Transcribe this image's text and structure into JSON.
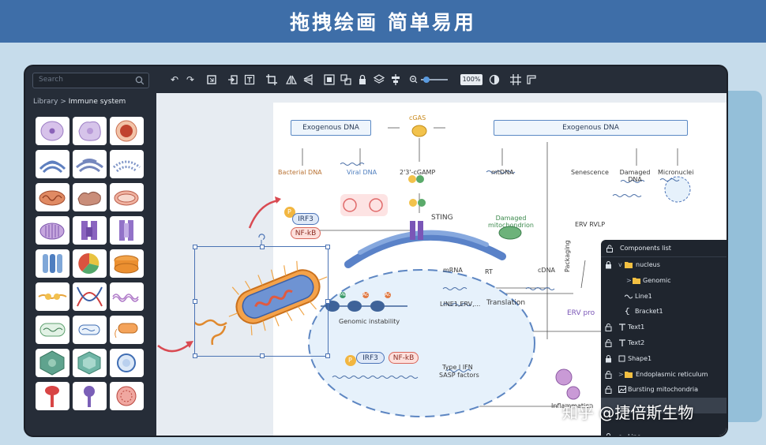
{
  "banner": {
    "title": "拖拽绘画 简单易用"
  },
  "sidebar": {
    "search_placeholder": "Search",
    "breadcrumb": {
      "root": "Library",
      "sep": " > ",
      "current": "Immune system"
    }
  },
  "toolbar": {
    "zoom_value": "100%"
  },
  "diagram": {
    "exogenous_dna_left": "Exogenous DNA",
    "exogenous_dna_right": "Exogenous DNA",
    "cgas": "cGAS",
    "bacterial_dna": "Bacterial DNA",
    "viral_dna": "Viral DNA",
    "cgamp": "2'3'-cGAMP",
    "mtdna": "mtDNA",
    "senescence": "Senescence",
    "damaged_dna": "Damaged DNA",
    "micronuclei": "Micronuclei",
    "sting": "STING",
    "irf3_top": "IRF3",
    "nfkb_top": "NF-kB",
    "damaged_mito": "Damaged mitochondrion",
    "erv_rvlp": "ERV RVLP",
    "packaging": "Packaging",
    "mrna": "mRNA",
    "rt": "RT",
    "cdna": "cDNA",
    "line1": "LINE1,ERV,...",
    "translation": "Translation",
    "erv_pro": "ERV pro",
    "genomic_instability": "Genomic instability",
    "irf3_bottom": "IRF3",
    "nfkb_bottom": "NF-kB",
    "type_ifn": "Type I IFN",
    "sasp": "SASP factors",
    "inflammation": "Inflammation",
    "ac1": "Ac",
    "ac2": "Ac",
    "me": "Me",
    "p1": "P",
    "p2": "P"
  },
  "components": {
    "title": "Components list",
    "items": [
      {
        "label": "nucleus",
        "icon": "folder-icon",
        "chev": "v"
      },
      {
        "label": "Genomic",
        "icon": "folder-icon",
        "chev": ">"
      },
      {
        "label": "Line1",
        "icon": "line-icon",
        "chev": ""
      },
      {
        "label": "Bracket1",
        "icon": "bracket-icon",
        "chev": ""
      },
      {
        "label": "Text1",
        "icon": "text-icon",
        "chev": ""
      },
      {
        "label": "Text2",
        "icon": "text-icon",
        "chev": ""
      },
      {
        "label": "Shape1",
        "icon": "shape-icon",
        "chev": ""
      },
      {
        "label": "Endoplasmic reticulum",
        "icon": "folder-icon",
        "chev": ">"
      },
      {
        "label": "Bursting mitochondria",
        "icon": "image-icon",
        "chev": ""
      },
      {
        "label": "Line",
        "icon": "line-icon",
        "chev": ""
      }
    ]
  },
  "watermark": "知乎 @捷倍斯生物",
  "colors": {
    "banner": "#3e6ea8",
    "window": "#262d38",
    "accent": "#5a9be0",
    "red_arrow": "#d94a52"
  }
}
